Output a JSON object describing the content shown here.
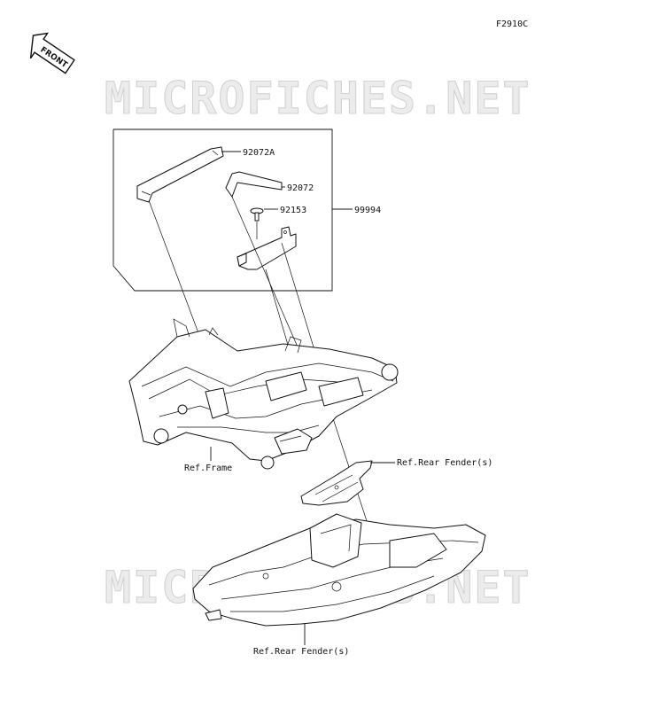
{
  "figure_code": "F2910C",
  "front_badge": "FRONT",
  "watermark": "MICROFICHES.NET",
  "parts": [
    {
      "id": "92072A"
    },
    {
      "id": "92072"
    },
    {
      "id": "92153"
    },
    {
      "id": "99994"
    }
  ],
  "references": {
    "frame": "Ref.Frame",
    "rear_fender_upper": "Ref.Rear Fender(s)",
    "rear_fender_lower": "Ref.Rear Fender(s)"
  }
}
